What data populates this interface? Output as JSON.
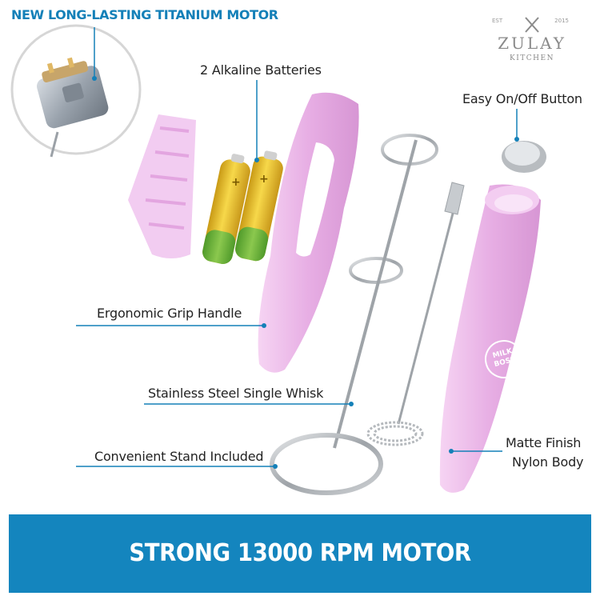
{
  "header": {
    "feature_title": "NEW LONG-LASTING TITANIUM MOTOR"
  },
  "logo": {
    "est": "EST",
    "year": "2015",
    "brand": "ZULAY",
    "sub": "KITCHEN",
    "icon": "crossed-utensils-icon"
  },
  "labels": {
    "batteries": "2 Alkaline Batteries",
    "button": "Easy On/Off Button",
    "grip": "Ergonomic Grip Handle",
    "whisk": "Stainless Steel Single Whisk",
    "stand": "Convenient Stand Included",
    "finish_line1": "Matte Finish",
    "finish_line2": "Nylon Body"
  },
  "product_badge": {
    "line1": "MILK",
    "line2": "BOSS"
  },
  "banner": {
    "text": "STRONG 13000 RPM MOTOR"
  },
  "colors": {
    "accent": "#1480b8",
    "banner": "#1485be",
    "body_pink": "#e9b3e6",
    "battery_gold": "#e8c02a",
    "battery_green": "#6fb23a"
  }
}
